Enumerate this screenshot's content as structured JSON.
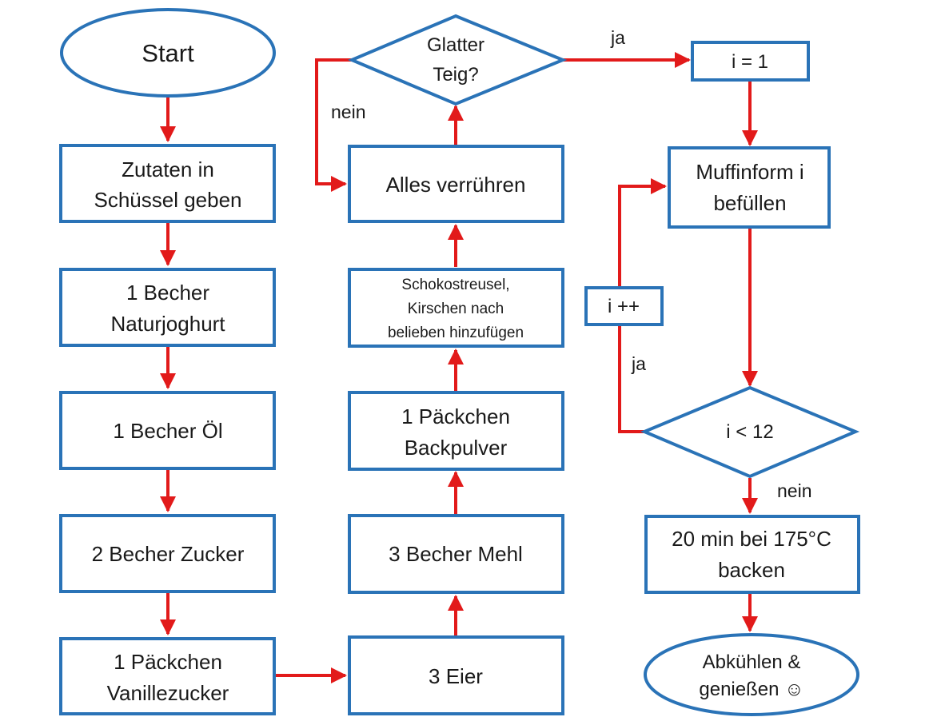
{
  "nodes": {
    "start": [
      "Start"
    ],
    "zutaten": [
      "Zutaten in",
      "Schüssel geben"
    ],
    "naturjoghurt": [
      "1 Becher",
      "Naturjoghurt"
    ],
    "oel": [
      "1 Becher Öl"
    ],
    "zucker": [
      "2 Becher Zucker"
    ],
    "vanillezucker": [
      "1 Päckchen",
      "Vanillezucker"
    ],
    "eier": [
      "3 Eier"
    ],
    "mehl": [
      "3 Becher Mehl"
    ],
    "backpulver": [
      "1 Päckchen",
      "Backpulver"
    ],
    "schoko": [
      "Schokostreusel,",
      "Kirschen nach",
      "belieben hinzufügen"
    ],
    "verruehren": [
      "Alles verrühren"
    ],
    "glatter_teig": [
      "Glatter",
      "Teig?"
    ],
    "i_eq_1": [
      "i = 1"
    ],
    "muffinform": [
      "Muffinform i",
      "befüllen"
    ],
    "i_inc": [
      "i ++"
    ],
    "i_lt_12": [
      "i < 12"
    ],
    "backen": [
      "20 min bei  175°C",
      "backen"
    ],
    "abkuehlen": [
      "Abkühlen &",
      "genießen ☺"
    ]
  },
  "edge_labels": {
    "teig_ja": "ja",
    "teig_nein": "nein",
    "loop_ja": "ja",
    "loop_nein": "nein"
  },
  "colors": {
    "shape_border": "#2a73b7",
    "arrow": "#e21a1a",
    "text": "#1a1a1a"
  }
}
